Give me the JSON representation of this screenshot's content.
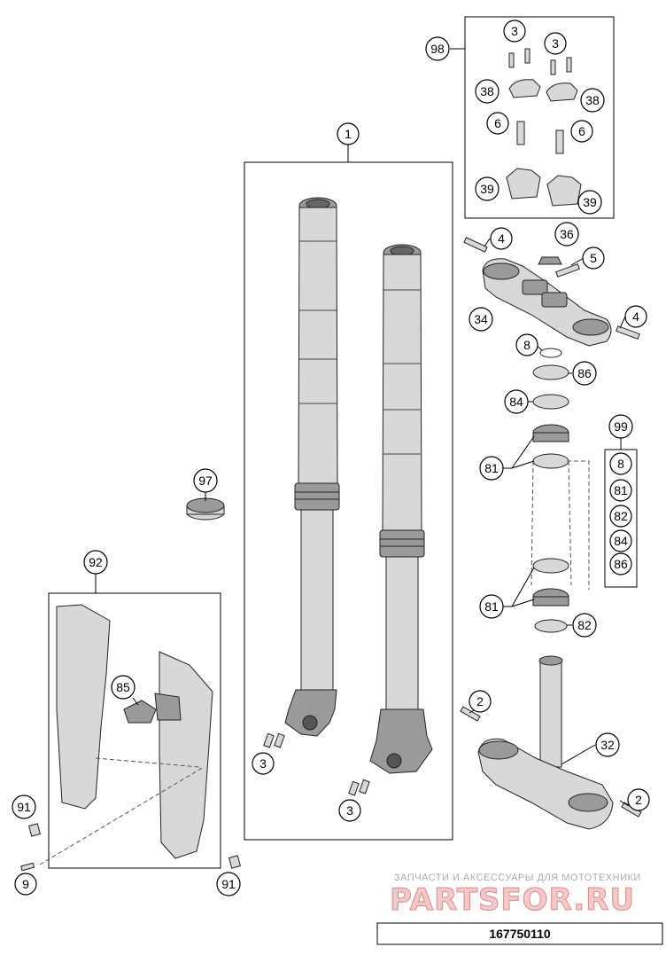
{
  "drawing_code": "167750110",
  "watermark": {
    "subtitle": "ЗАПЧАСТИ И АКСЕССУАРЫ ДЛЯ МОТОТЕХНИКИ",
    "brand": "PARTSFOR.RU"
  },
  "callouts": {
    "c1": "1",
    "c2a": "2",
    "c2b": "2",
    "c3a": "3",
    "c3b": "3",
    "c3c": "3",
    "c3d": "3",
    "c4a": "4",
    "c4b": "4",
    "c5": "5",
    "c6a": "6",
    "c6b": "6",
    "c8": "8",
    "c9": "9",
    "c32": "32",
    "c34": "34",
    "c36": "36",
    "c38a": "38",
    "c38b": "38",
    "c39a": "39",
    "c39b": "39",
    "c81a": "81",
    "c81b": "81",
    "c82": "82",
    "c84": "84",
    "c85": "85",
    "c86": "86",
    "c91a": "91",
    "c91b": "91",
    "c92": "92",
    "c97": "97",
    "c98": "98",
    "c99": "99"
  },
  "kit_99_contents": [
    "8",
    "81",
    "82",
    "84",
    "86"
  ]
}
